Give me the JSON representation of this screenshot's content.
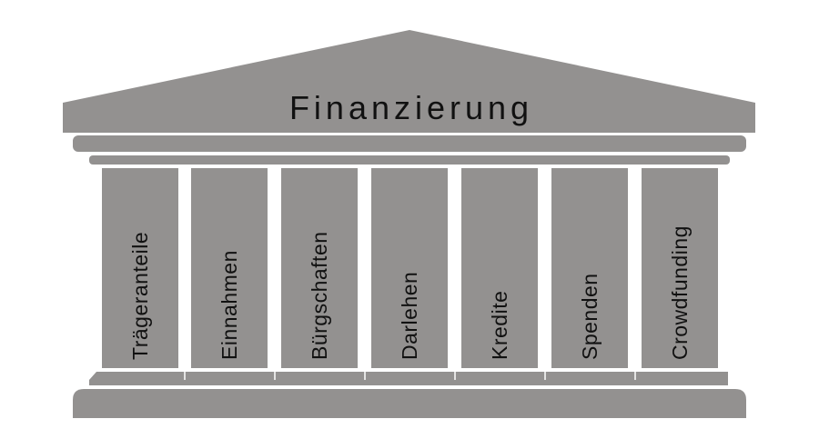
{
  "title": "Finanzierung",
  "pillars": [
    "Trägeranteile",
    "Einnahmen",
    "Bürgschaften",
    "Darlehen",
    "Kredite",
    "Spenden",
    "Crowdfunding"
  ],
  "colors": {
    "stone": "#939190",
    "text": "#111111"
  }
}
